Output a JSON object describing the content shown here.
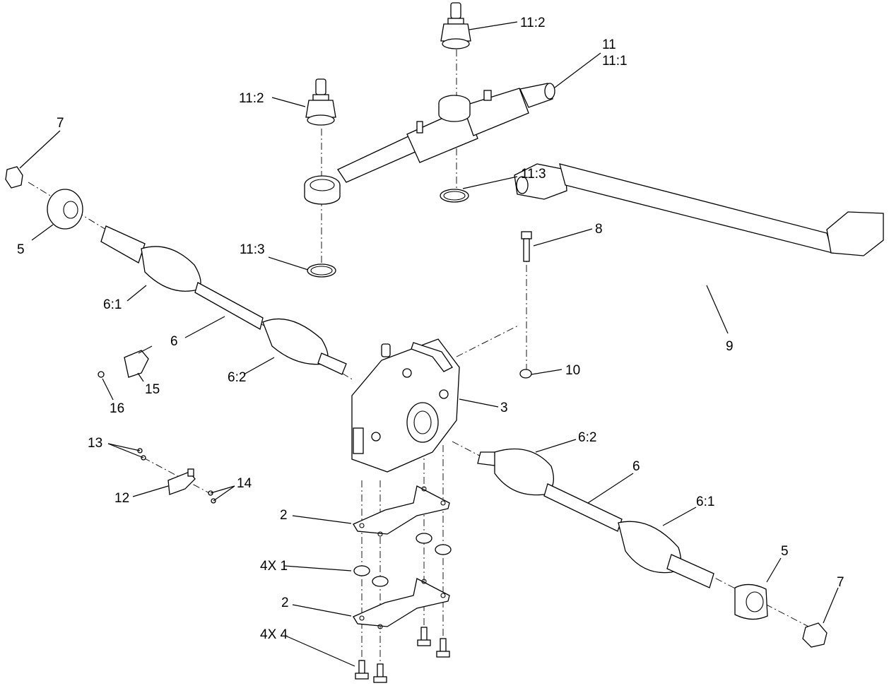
{
  "diagram": {
    "callouts": [
      {
        "id": "c-11-2-top",
        "text": "11:2"
      },
      {
        "id": "c-11",
        "text": "11"
      },
      {
        "id": "c-11-1",
        "text": "11:1"
      },
      {
        "id": "c-11-2-left",
        "text": "11:2"
      },
      {
        "id": "c-7-left",
        "text": "7"
      },
      {
        "id": "c-11-3-right",
        "text": "11:3"
      },
      {
        "id": "c-5-left",
        "text": "5"
      },
      {
        "id": "c-8",
        "text": "8"
      },
      {
        "id": "c-11-3-left",
        "text": "11:3"
      },
      {
        "id": "c-6-1-left",
        "text": "6:1"
      },
      {
        "id": "c-6-left",
        "text": "6"
      },
      {
        "id": "c-9",
        "text": "9"
      },
      {
        "id": "c-10",
        "text": "10"
      },
      {
        "id": "c-6-2-left",
        "text": "6:2"
      },
      {
        "id": "c-15",
        "text": "15"
      },
      {
        "id": "c-3",
        "text": "3"
      },
      {
        "id": "c-16",
        "text": "16"
      },
      {
        "id": "c-13",
        "text": "13"
      },
      {
        "id": "c-6-2-right",
        "text": "6:2"
      },
      {
        "id": "c-6-right",
        "text": "6"
      },
      {
        "id": "c-14",
        "text": "14"
      },
      {
        "id": "c-12",
        "text": "12"
      },
      {
        "id": "c-6-1-right",
        "text": "6:1"
      },
      {
        "id": "c-2-top",
        "text": "2"
      },
      {
        "id": "c-4x1",
        "text": "4X 1"
      },
      {
        "id": "c-5-right",
        "text": "5"
      },
      {
        "id": "c-7-right",
        "text": "7"
      },
      {
        "id": "c-2-bottom",
        "text": "2"
      },
      {
        "id": "c-4x4",
        "text": "4X 4"
      }
    ]
  }
}
